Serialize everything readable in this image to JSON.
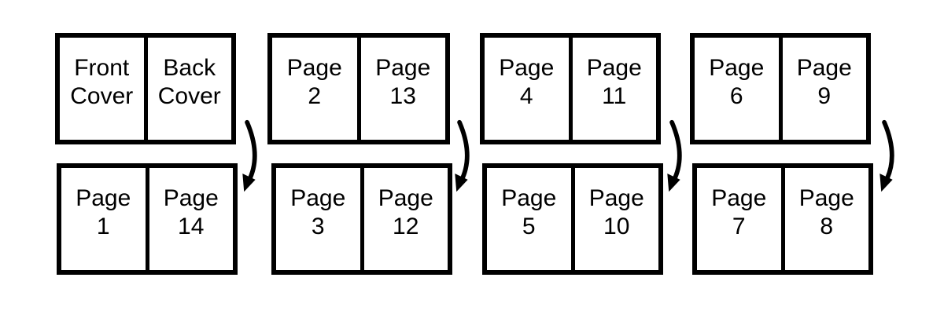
{
  "canvas": {
    "background": "#ffffff",
    "ink": "#000000"
  },
  "rows": [
    {
      "name": "top-row",
      "sheets": [
        {
          "left": {
            "line1": "Front",
            "line2": "Cover"
          },
          "right": {
            "line1": "Back",
            "line2": "Cover"
          }
        },
        {
          "left": {
            "line1": "Page",
            "line2": "2"
          },
          "right": {
            "line1": "Page",
            "line2": "13"
          }
        },
        {
          "left": {
            "line1": "Page",
            "line2": "4"
          },
          "right": {
            "line1": "Page",
            "line2": "11"
          }
        },
        {
          "left": {
            "line1": "Page",
            "line2": "6"
          },
          "right": {
            "line1": "Page",
            "line2": "9"
          }
        }
      ]
    },
    {
      "name": "bottom-row",
      "sheets": [
        {
          "left": {
            "line1": "Page",
            "line2": "1"
          },
          "right": {
            "line1": "Page",
            "line2": "14"
          }
        },
        {
          "left": {
            "line1": "Page",
            "line2": "3"
          },
          "right": {
            "line1": "Page",
            "line2": "12"
          }
        },
        {
          "left": {
            "line1": "Page",
            "line2": "5"
          },
          "right": {
            "line1": "Page",
            "line2": "10"
          }
        },
        {
          "left": {
            "line1": "Page",
            "line2": "7"
          },
          "right": {
            "line1": "Page",
            "line2": "8"
          }
        }
      ]
    }
  ],
  "arrows": [
    "curved-flip-arrow-icon",
    "curved-flip-arrow-icon",
    "curved-flip-arrow-icon",
    "curved-flip-arrow-icon"
  ]
}
